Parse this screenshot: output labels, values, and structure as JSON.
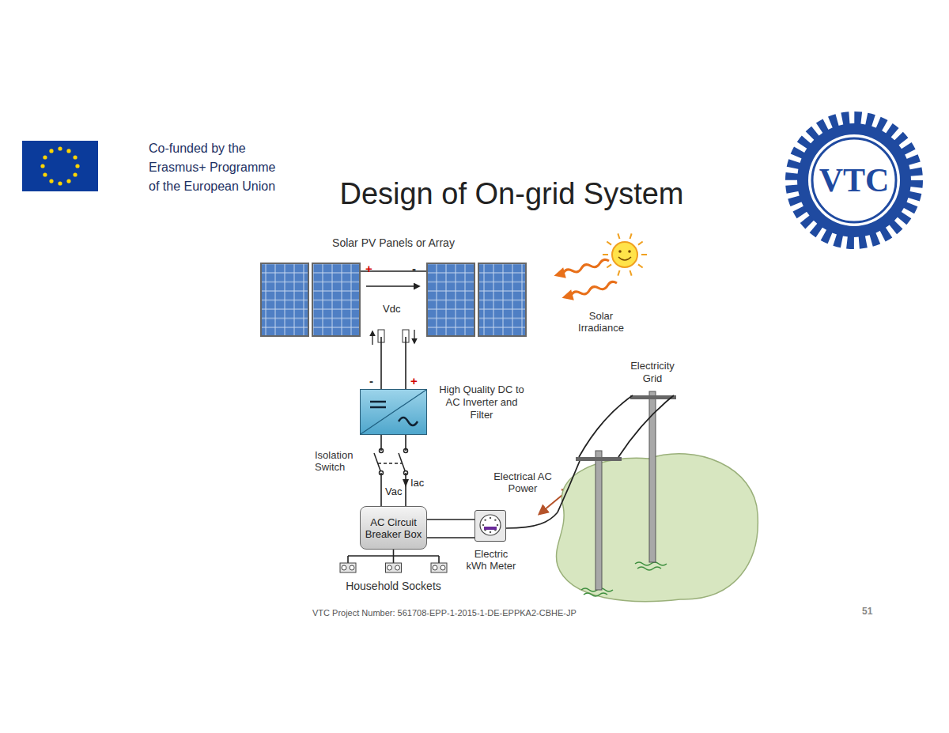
{
  "diagram": {
    "title": "Design of On-grid System",
    "nodes": [
      {
        "text": [
          "Solar PV Panels or Array"
        ]
      },
      {
        "text": [
          "High Quality DC to AC Inverter and Filter"
        ]
      },
      {
        "text": [
          "AC Circuit Breaker Box"
        ]
      },
      {
        "text": [
          "Electric kWh Meter"
        ]
      },
      {
        "text": [
          "Electricity Grid"
        ]
      },
      {
        "text": [
          "Household Sockets"
        ]
      }
    ],
    "edges": [
      {
        "from": 0,
        "to": 1,
        "arrow": "none"
      },
      {
        "from": 1,
        "to": 2,
        "arrow": "none"
      },
      {
        "from": 2,
        "to": 3,
        "arrow": "none"
      },
      {
        "from": 3,
        "to": 4,
        "arrow": "none"
      },
      {
        "from": 2,
        "to": 5,
        "arrow": "none"
      }
    ],
    "labels": [
      "Co-funded by the Erasmus+ Programme of the European Union",
      "VTC",
      "+",
      "-",
      "Vdc",
      "-",
      "+",
      "Solar Irradiance",
      "Isolation Switch",
      "Vac",
      "Iac",
      "Electrical AC Power",
      "VTC Project Number: 561708-EPP-1-2015-1-DE-EPPKA2-CBHE-JP",
      "51"
    ]
  }
}
